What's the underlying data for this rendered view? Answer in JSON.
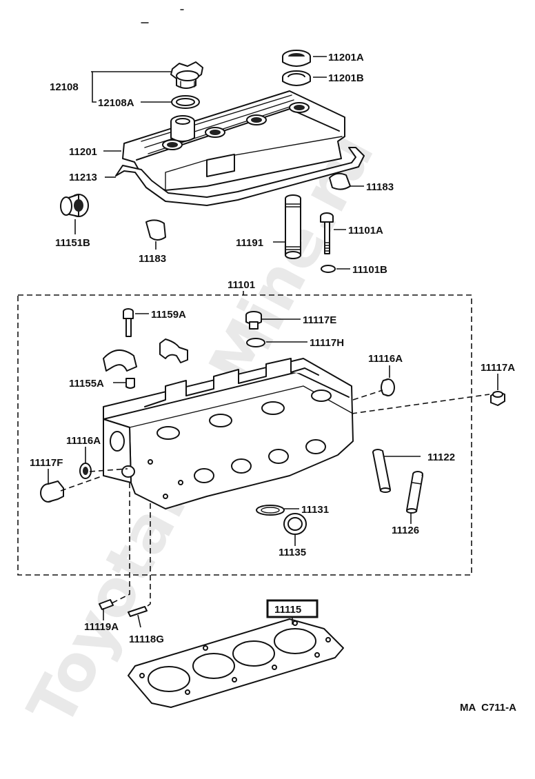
{
  "watermark": "ToyotaPartMine.ru",
  "diagram_code": "MA  C711-A",
  "assembly_label": "11101",
  "highlighted_part": "11115",
  "labels": {
    "p12108": "12108",
    "p12108A": "12108A",
    "p11201A": "11201A",
    "p11201B": "11201B",
    "p11201": "11201",
    "p11213": "11213",
    "p11183_right": "11183",
    "p11183_left": "11183",
    "p11151B": "11151B",
    "p11101A": "11101A",
    "p11191": "11191",
    "p11101B": "11101B",
    "p11159A": "11159A",
    "p11117E": "11117E",
    "p11117H": "11117H",
    "p11116A_right": "11116A",
    "p11117A": "11117A",
    "p11155A": "11155A",
    "p11116A_left": "11116A",
    "p11117F": "11117F",
    "p11122": "11122",
    "p11131": "11131",
    "p11126": "11126",
    "p11135": "11135",
    "p11119A": "11119A",
    "p11118G": "11118G"
  }
}
